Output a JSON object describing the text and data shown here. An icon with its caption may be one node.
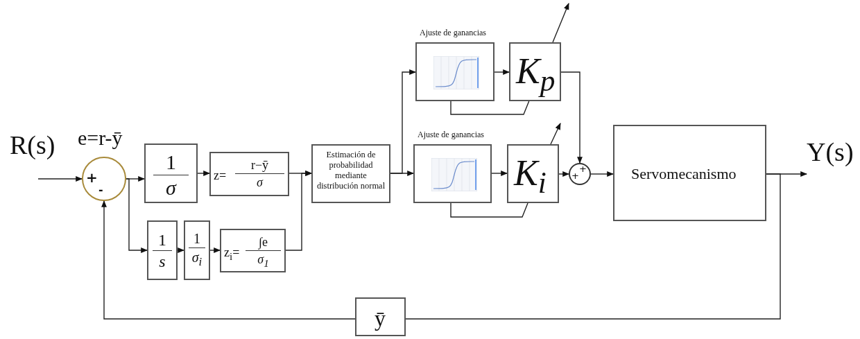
{
  "diagram": {
    "nodes": [
      {
        "text": [
          "+",
          "-"
        ],
        "beside": [
          "e=r-ȳ"
        ]
      },
      {
        "text": [
          "1",
          "σ"
        ]
      },
      {
        "text": [
          "z=",
          "r−ȳ",
          "σ"
        ]
      },
      {
        "text": [
          "1",
          "s"
        ]
      },
      {
        "text": [
          "1",
          "σ$_{i}$"
        ]
      },
      {
        "text": [
          "z$_{i}$=",
          "∫e",
          "σ$_{1}$"
        ]
      },
      {
        "text": [
          "Estimación de probabilidad mediante distribución normal"
        ]
      },
      {
        "text": [
          "Ajuste de ganancias"
        ]
      },
      {
        "text": [
          "K$_{p}$"
        ]
      },
      {
        "text": [
          "Ajuste de ganancias"
        ]
      },
      {
        "text": [
          "K$_{i}$"
        ]
      },
      {
        "text": [
          "+",
          "+"
        ]
      },
      {
        "text": [
          "Servomecanismo"
        ]
      },
      {
        "text": [
          "ȳ"
        ]
      },
      {
        "text": [
          "Y(s)"
        ]
      }
    ],
    "edges": [
      {
        "from": null,
        "to": 0,
        "arrow": "to"
      },
      {
        "from": 0,
        "to": 1,
        "arrow": "to"
      },
      {
        "from": 0,
        "to": 3,
        "arrow": "to"
      },
      {
        "from": 1,
        "to": 2,
        "arrow": "to"
      },
      {
        "from": 3,
        "to": 4,
        "arrow": "to"
      },
      {
        "from": 4,
        "to": 5,
        "arrow": "to"
      },
      {
        "from": 2,
        "to": 6,
        "arrow": "to"
      },
      {
        "from": 5,
        "to": 6,
        "arrow": "to"
      },
      {
        "from": 6,
        "to": 7,
        "arrow": "to"
      },
      {
        "from": 6,
        "to": 9,
        "arrow": "to"
      },
      {
        "from": 7,
        "to": 8,
        "arrow": "to"
      },
      {
        "from": 7,
        "to": 8,
        "arrow": "none"
      },
      {
        "from": 8,
        "to": null,
        "arrow": "to"
      },
      {
        "from": 9,
        "to": 10,
        "arrow": "to"
      },
      {
        "from": 9,
        "to": 10,
        "arrow": "none"
      },
      {
        "from": 10,
        "to": null,
        "arrow": "to"
      },
      {
        "from": 8,
        "to": 11,
        "arrow": "to"
      },
      {
        "from": 10,
        "to": 11,
        "arrow": "to"
      },
      {
        "from": 11,
        "to": 12,
        "arrow": "to"
      },
      {
        "from": 12,
        "to": 14,
        "arrow": "to"
      },
      {
        "from": 12,
        "to": 13,
        "arrow": "none"
      },
      {
        "from": 13,
        "to": 0,
        "arrow": "to"
      }
    ],
    "labels": [
      "R(s)"
    ]
  }
}
